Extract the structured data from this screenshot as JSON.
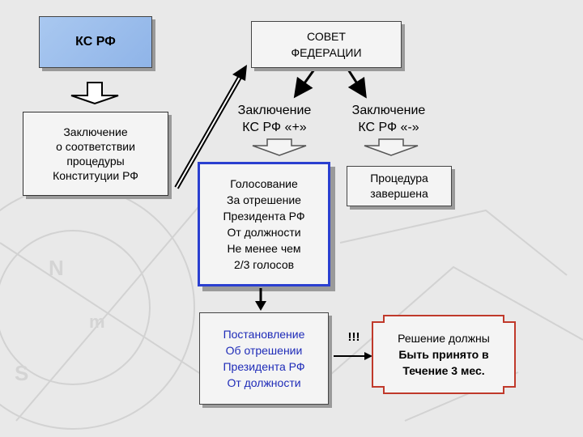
{
  "ks_rf": {
    "label": "КС РФ"
  },
  "conformity_conclusion": {
    "lines": [
      "Заключение",
      "о соответствии",
      "процедуры",
      "Конституции РФ"
    ]
  },
  "federation_council": {
    "lines": [
      "СОВЕТ",
      "ФЕДЕРАЦИИ"
    ]
  },
  "positive_conclusion": {
    "lines": [
      "Заключение",
      "КС РФ «+»"
    ]
  },
  "negative_conclusion": {
    "lines": [
      "Заключение",
      "КС РФ «-»"
    ]
  },
  "voting": {
    "lines": [
      "Голосование",
      "За отрешение",
      "Президента РФ",
      "От должности",
      "Не менее чем",
      "2/3 голосов"
    ]
  },
  "procedure_completed": {
    "lines": [
      "Процедура",
      "завершена"
    ]
  },
  "resolution": {
    "lines": [
      "Постановление",
      "Об отрешении",
      "Президента РФ",
      "От должности"
    ]
  },
  "exclamation": {
    "label": "!!!"
  },
  "decision_deadline": {
    "lines": [
      "Решение должны",
      "Быть принято в",
      "Течение 3 мес."
    ]
  },
  "colors": {
    "ks_fill": "#9dbeec",
    "voting_border": "#2a3fd0",
    "resolution_text": "#1e2bb8",
    "deadline_border": "#c0392b"
  }
}
